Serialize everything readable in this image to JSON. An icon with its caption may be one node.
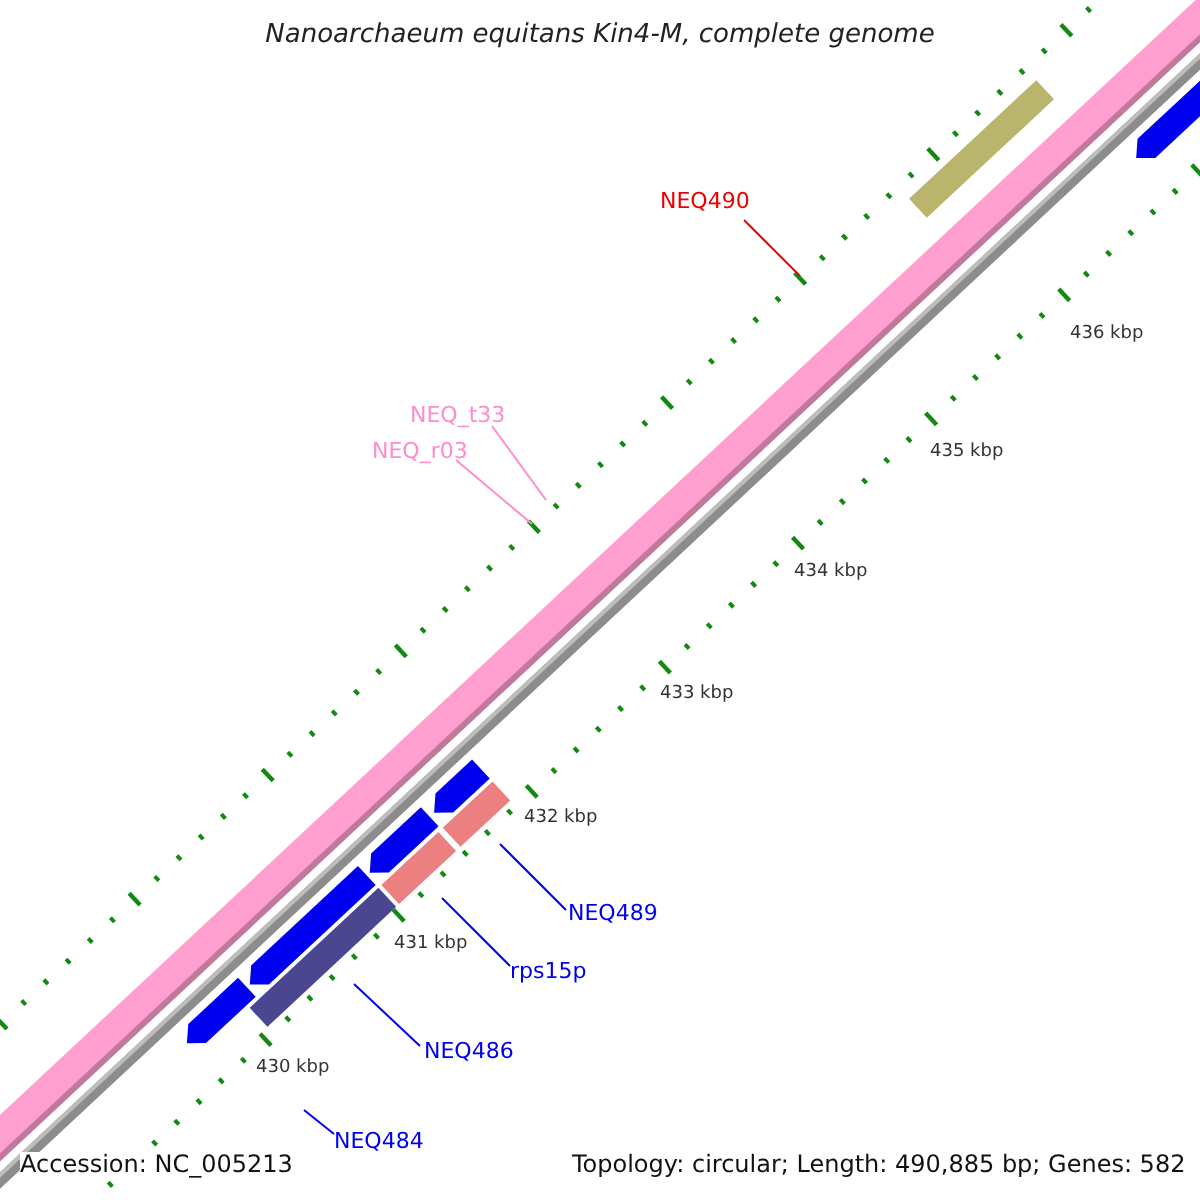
{
  "diagram": {
    "title": "Nanoarchaeum equitans Kin4-M, complete genome",
    "nodes": [
      {
        "text": [
          "NEQ490"
        ]
      },
      {
        "text": [
          "NEQ_t33"
        ]
      },
      {
        "text": [
          "NEQ_r03"
        ]
      },
      {
        "text": [
          "NEQ489"
        ]
      },
      {
        "text": [
          "rps15p"
        ]
      },
      {
        "text": [
          "NEQ486"
        ]
      },
      {
        "text": [
          "NEQ484"
        ]
      }
    ],
    "edges": [
      {
        "from": 0,
        "to": null,
        "arrow": "none",
        "color": "#ee0000"
      },
      {
        "from": 1,
        "to": null,
        "arrow": "none",
        "color": "#ff8ccc"
      },
      {
        "from": 2,
        "to": null,
        "arrow": "none",
        "color": "#ff8ccc"
      },
      {
        "from": 3,
        "to": null,
        "arrow": "none"
      },
      {
        "from": 4,
        "to": null,
        "arrow": "none"
      },
      {
        "from": 5,
        "to": null,
        "arrow": "none"
      },
      {
        "from": 6,
        "to": null,
        "arrow": "none"
      }
    ],
    "labels": [
      "436 kbp",
      "435 kbp",
      "434 kbp",
      "433 kbp",
      "432 kbp",
      "431 kbp",
      "430 kbp",
      "Accession: NC_005213",
      "Topology: circular; Length: 490,885 bp; Genes: 582"
    ]
  }
}
